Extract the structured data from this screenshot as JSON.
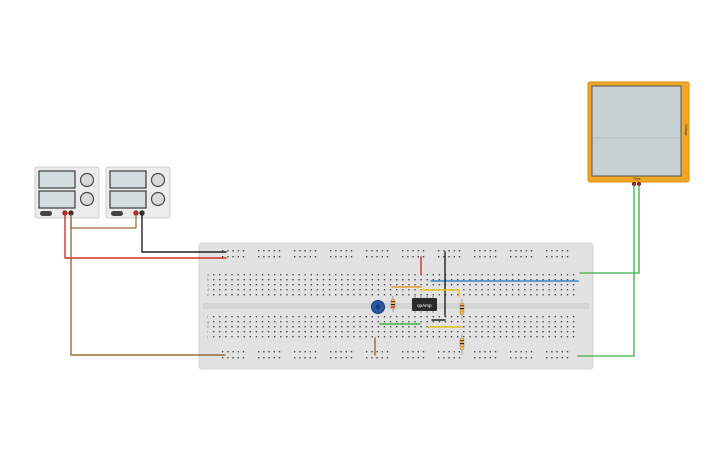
{
  "components": {
    "supply_a": {
      "units": [
        "",
        "",
        "",
        ""
      ],
      "off_label": "",
      "on_label": ""
    },
    "supply_b": {
      "units": [
        "",
        "",
        "",
        ""
      ],
      "off_label": "",
      "on_label": ""
    },
    "opamp": {
      "label": "opAmp"
    },
    "oscilloscope": {
      "x_label": "Time",
      "y_label": "Voltage"
    },
    "breadboard": {
      "row_letters_top": [
        "a",
        "b",
        "c",
        "d",
        "e"
      ],
      "row_letters_bottom": [
        "f",
        "g",
        "h",
        "i",
        "j"
      ]
    }
  },
  "colors": {
    "red": "#d0302b",
    "black": "#222222",
    "brown": "#9a6a3b",
    "green": "#3fae49",
    "blue": "#3b86c8",
    "orange": "#e49a2f",
    "yellow": "#e6c31f",
    "scope_frame": "#f0a626",
    "scope_screen": "#c7d1d4",
    "breadboard": "#e2e2e2"
  }
}
